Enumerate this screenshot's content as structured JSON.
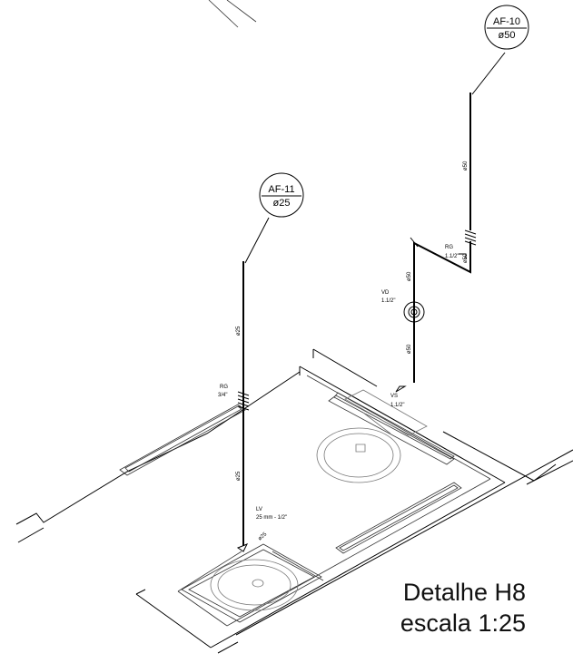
{
  "tags": {
    "af10": {
      "code": "AF-10",
      "diameter": "ø50"
    },
    "af11": {
      "code": "AF-11",
      "diameter": "ø25"
    }
  },
  "labels": {
    "phi50_a": "ø50",
    "phi50_b": "ø50",
    "phi50_c": "ø50",
    "phi50_d": "ø50",
    "phi25_a": "ø25",
    "phi25_b": "ø25",
    "phi25_c": "ø25",
    "rg_top": "RG",
    "rg_top_size": "1.1/2\"",
    "vd": "VD",
    "vd_size": "1.1/2\"",
    "vs": "VS",
    "vs_size": "1.1/2\"",
    "rg_left": "RG",
    "rg_left_size": "3/4\"",
    "lv": "LV",
    "lv_size": "25 mm - 1/2\""
  },
  "title": {
    "line1": "Detalhe H8",
    "line2": "escala 1:25"
  }
}
